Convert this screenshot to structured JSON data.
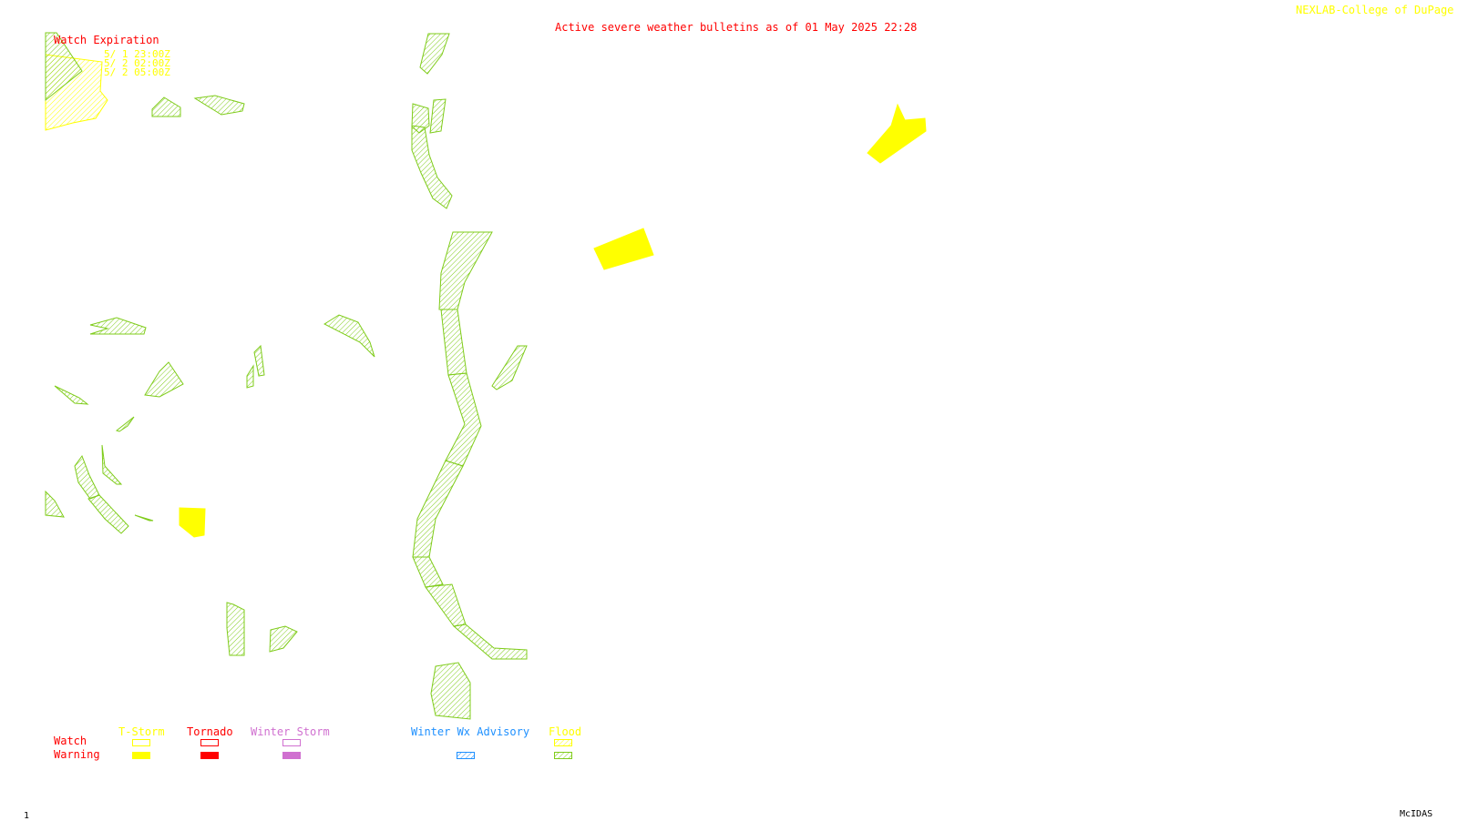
{
  "header": {
    "title": "Active severe weather bulletins as of 01 May 2025 22:28",
    "credit": "NEXLAB-College of DuPage R"
  },
  "watch_expiration": {
    "label": "Watch Expiration",
    "times": [
      "5/ 1 23:00Z",
      "5/ 2 02:00Z",
      "5/ 2 05:00Z"
    ]
  },
  "legend": {
    "row_watch": "Watch",
    "row_warning": "Warning",
    "columns": [
      {
        "label": "T-Storm",
        "color": "#ffff00"
      },
      {
        "label": "Tornado",
        "color": "#ff0000"
      },
      {
        "label": "Winter Storm",
        "color": "#d070d0"
      },
      {
        "label": "Winter Wx Advisory",
        "color": "#1e90ff"
      },
      {
        "label": "Flood",
        "color": "#80cc00"
      }
    ]
  },
  "footer": {
    "frame_number": "1",
    "software": "McIDAS"
  },
  "colors": {
    "flood": "#7fcc1a",
    "tstorm_warning": "#ffff00",
    "title": "#ff0000"
  }
}
